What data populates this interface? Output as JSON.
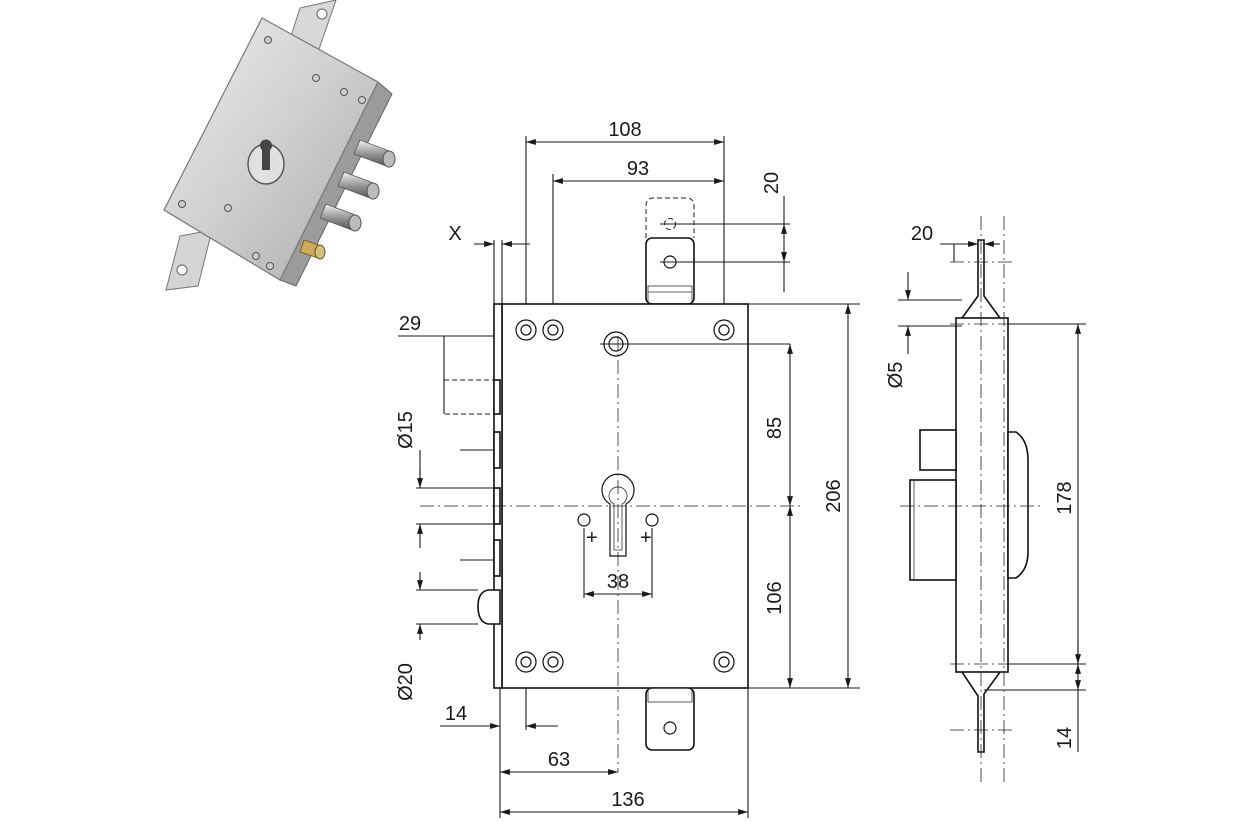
{
  "front_view": {
    "dims": {
      "w108": "108",
      "w93": "93",
      "h20_top": "20",
      "x_label": "X",
      "d29": "29",
      "d015": "Ø15",
      "h85": "85",
      "h206": "206",
      "w38": "38",
      "h106": "106",
      "d020": "Ø20",
      "w14": "14",
      "w63": "63",
      "w136": "136"
    }
  },
  "side_view": {
    "dims": {
      "w20": "20",
      "d05": "Ø5",
      "h178": "178",
      "h14": "14"
    }
  }
}
